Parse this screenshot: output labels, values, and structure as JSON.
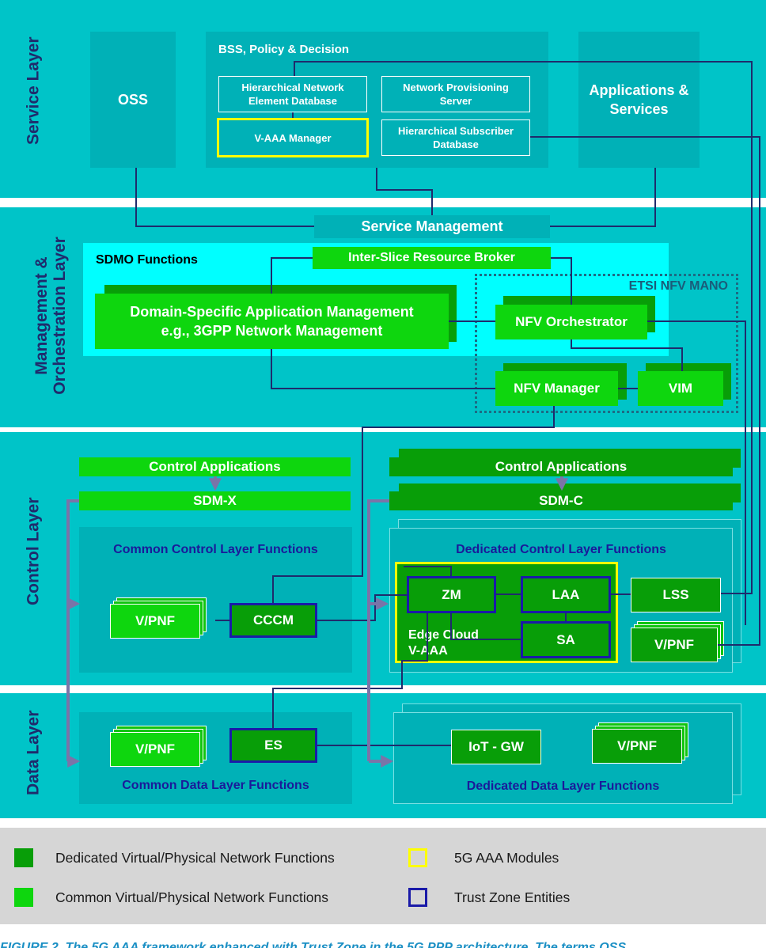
{
  "layers": {
    "service": "Service Layer",
    "mgmt": "Management & Orchestration Layer",
    "control": "Control Layer",
    "data": "Data Layer"
  },
  "service": {
    "oss": "OSS",
    "bss_title": "BSS, Policy & Decision",
    "hned": "Hierarchical Network Element Database",
    "nps": "Network Provisioning Server",
    "vaaa_manager": "V-AAA Manager",
    "hsd": "Hierarchical Subscriber Database",
    "apps": "Applications & Services"
  },
  "mgmt": {
    "service_management": "Service Management",
    "sdmo_title": "SDMO Functions",
    "broker": "Inter-Slice Resource Broker",
    "etsi": "ETSI NFV MANO",
    "domain_app_line1": "Domain-Specific Application Management",
    "domain_app_line2": "e.g., 3GPP Network Management",
    "nfvo": "NFV Orchestrator",
    "nfvm": "NFV Manager",
    "vim": "VIM"
  },
  "control": {
    "ctrl_apps_left": "Control Applications",
    "sdmx": "SDM-X",
    "ctrl_apps_right": "Control Applications",
    "sdmc": "SDM-C",
    "common_title": "Common Control Layer Functions",
    "dedicated_title": "Dedicated Control Layer Functions",
    "vpnf_left": "V/PNF",
    "cccm": "CCCM",
    "zm": "ZM",
    "laa": "LAA",
    "sa": "SA",
    "edge_line1": "Edge Cloud",
    "edge_line2": "V-AAA",
    "lss": "LSS",
    "vpnf_right": "V/PNF"
  },
  "data": {
    "vpnf_left": "V/PNF",
    "es": "ES",
    "common_title": "Common Data Layer Functions",
    "iot": "IoT - GW",
    "vpnf_right": "V/PNF",
    "dedicated_title": "Dedicated Data Layer Functions"
  },
  "legend": {
    "dedicated": "Dedicated Virtual/Physical Network Functions",
    "common": "Common Virtual/Physical Network Functions",
    "aaa": "5G AAA Modules",
    "trust": "Trust Zone Entities"
  },
  "colors": {
    "layer": "#00c4c8",
    "box": "#00b1b7",
    "cyan": "#00ffff",
    "dedicated_green": "#089e08",
    "common_green": "#0ed60e",
    "aaa_yellow": "#ffff00",
    "trust_blue": "#1a1aa8",
    "wire": "#1f2b6c",
    "arrow": "#7a74a8"
  },
  "caption": "FIGURE 2. The 5G AAA framework enhanced with Trust Zone in the 5G PPP architecture. The terms OSS"
}
